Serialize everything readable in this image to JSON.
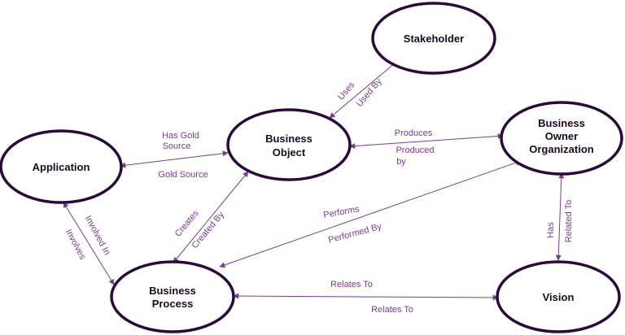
{
  "colors": {
    "node_stroke": "#2a0a3a",
    "edge": "#7a3b8f",
    "label": "#7a3b8f",
    "node_text": "#1a0a24"
  },
  "nodes": {
    "stakeholder": [
      "Stakeholder"
    ],
    "business_object": [
      "Business",
      "Object"
    ],
    "application": [
      "Application"
    ],
    "owner_org": [
      "Business",
      "Owner",
      "Organization"
    ],
    "business_process": [
      "Business",
      "Process"
    ],
    "vision": [
      "Vision"
    ]
  },
  "edge_labels": {
    "uses": "Uses",
    "used_by": "Used By",
    "has_gold_source_1": "Has Gold",
    "has_gold_source_2": "Source",
    "gold_source": "Gold Source",
    "produces": "Produces",
    "produced_by_1": "Produced",
    "produced_by_2": "by",
    "creates": "Creates",
    "created_by": "Created By",
    "performs": "Performs",
    "performed_by": "Performed By",
    "involved_in": "Involved In",
    "involves": "Involves",
    "has": "Has",
    "related_to": "Related To",
    "relates_to_top": "Relates To",
    "relates_to_bottom": "Relates To"
  }
}
